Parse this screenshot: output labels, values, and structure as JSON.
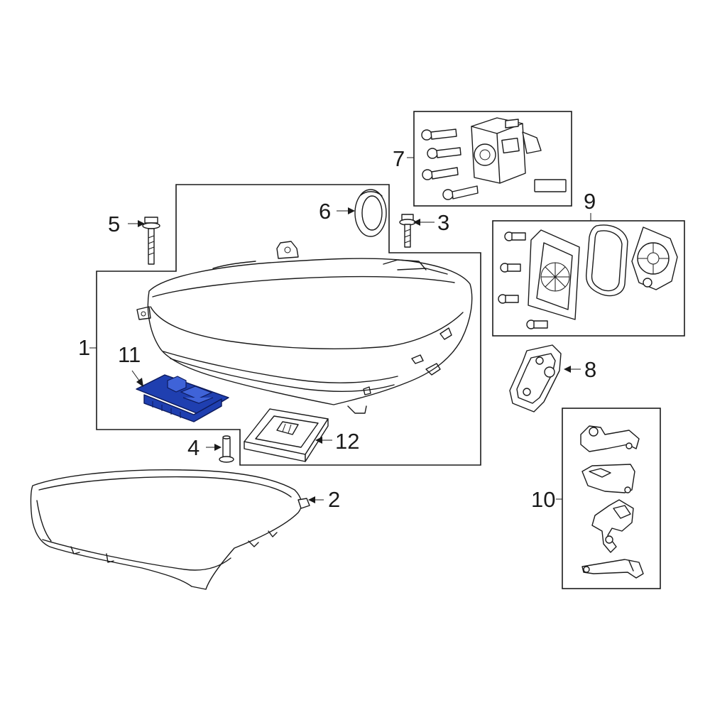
{
  "callouts": {
    "c1": "1",
    "c2": "2",
    "c3": "3",
    "c4": "4",
    "c5": "5",
    "c6": "6",
    "c7": "7",
    "c8": "8",
    "c9": "9",
    "c10": "10",
    "c11": "11",
    "c12": "12"
  },
  "colors": {
    "highlight": "#1f3fb0",
    "line": "#1a1a1a",
    "background": "#ffffff"
  }
}
